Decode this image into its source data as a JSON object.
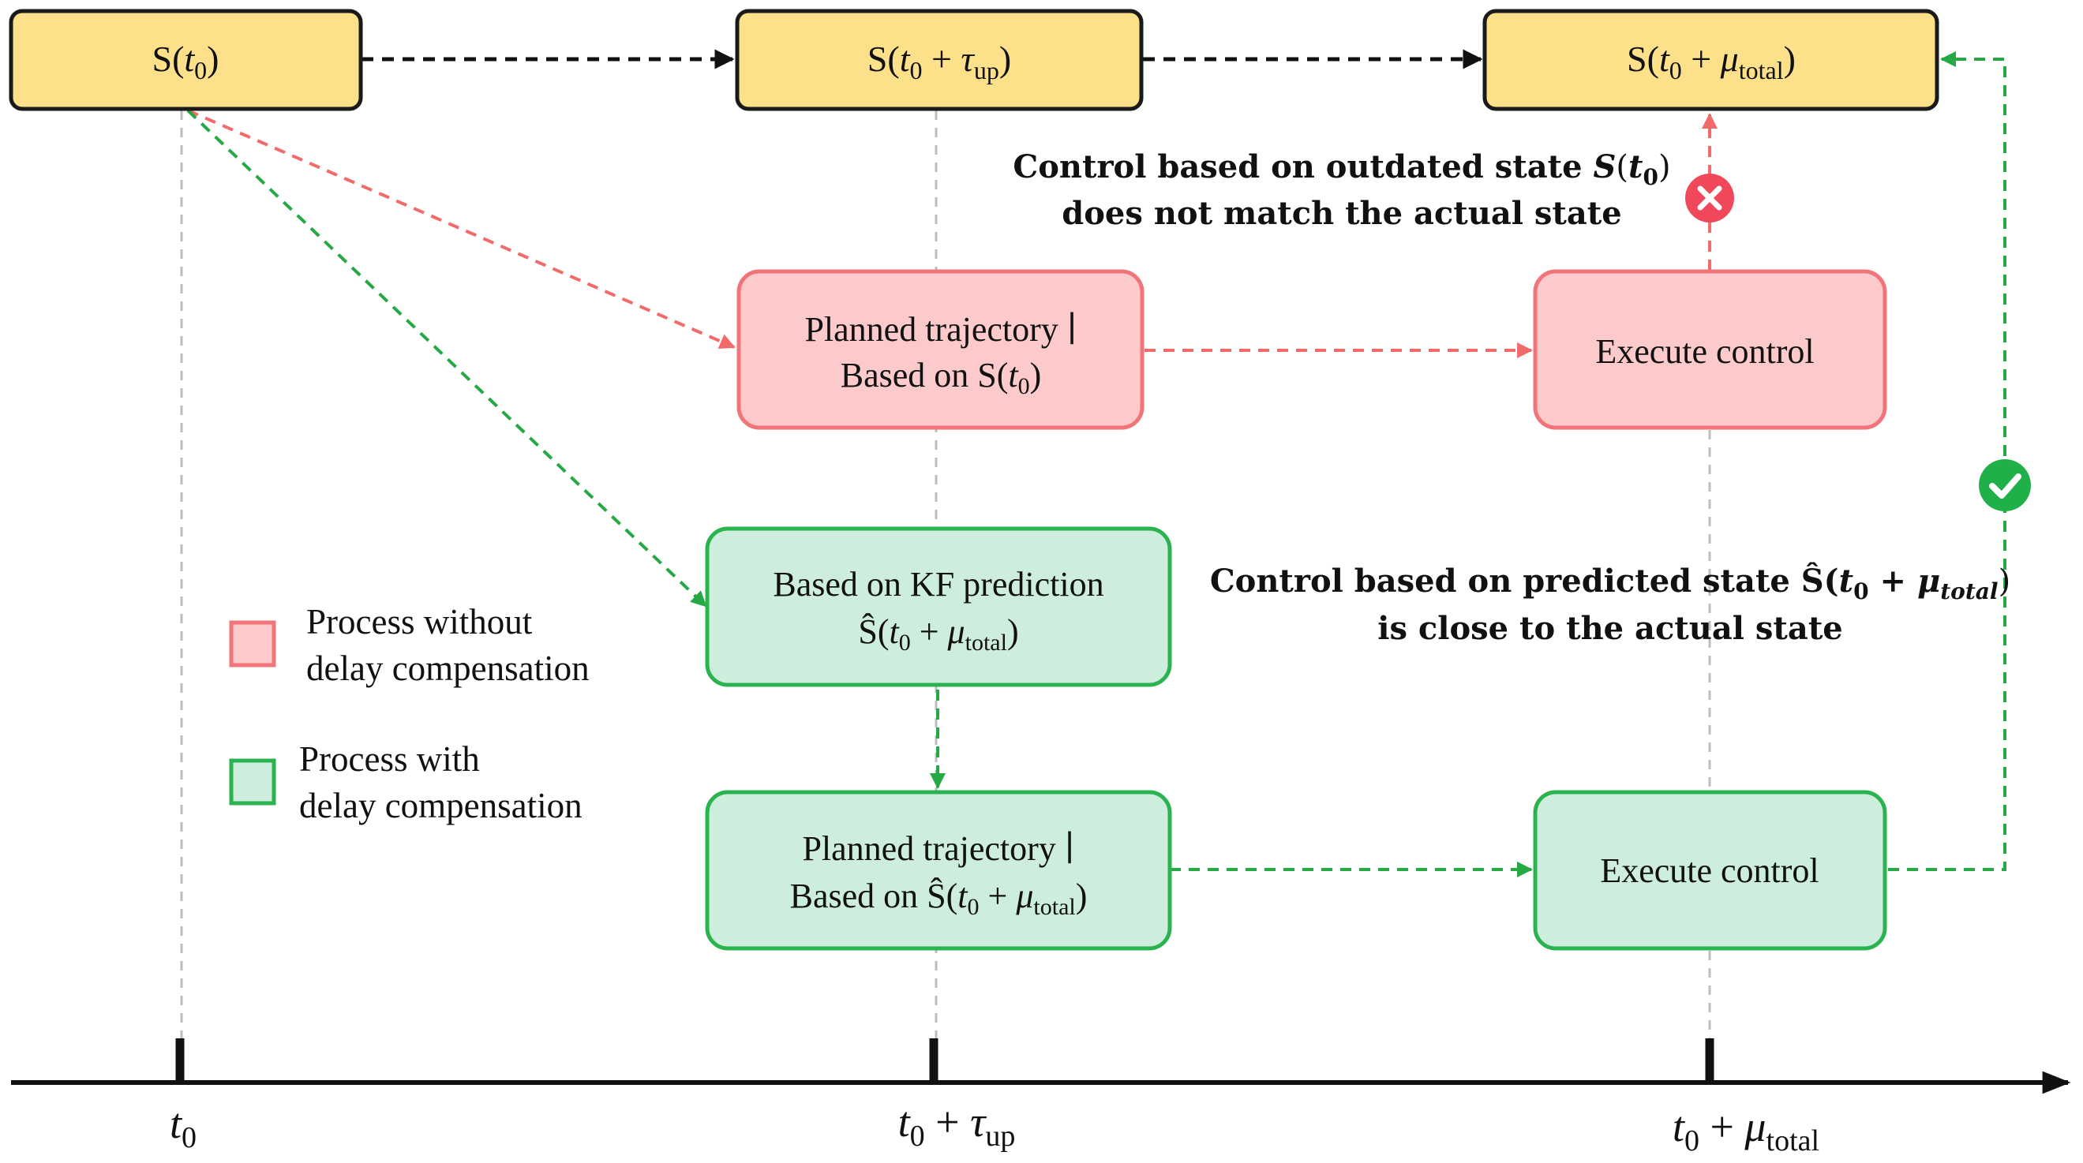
{
  "colors": {
    "state_fill": "#FDE08A",
    "state_stroke": "#1a1a1a",
    "red_fill": "#FCCACA",
    "red_stroke": "#F0747A",
    "red_arrow": "#F26B6B",
    "red_icon": "#F0485A",
    "green_fill": "#CDEEDC",
    "green_stroke": "#2BB34F",
    "green_arrow": "#26A844",
    "green_icon": "#20B04A",
    "guide": "#bdbdbd",
    "axis": "#111111"
  },
  "states": {
    "s0": {
      "prefix": "S(",
      "var": "t",
      "sub": "0",
      "suffix": ")"
    },
    "s_up": {
      "prefix": "S(",
      "var": "t",
      "sub": "0",
      "op": " + ",
      "var2": "τ",
      "sub2": "up",
      "suffix": ")"
    },
    "s_total": {
      "prefix": "S(",
      "var": "t",
      "sub": "0",
      "op": " + ",
      "var2": "μ",
      "sub2": "total",
      "suffix": ")"
    }
  },
  "red_path": {
    "plan_line1": "Planned trajectory ∣",
    "plan_line2_prefix": "Based on S(",
    "plan_var": "t",
    "plan_sub": "0",
    "plan_suffix": ")",
    "exec_label": "Execute control",
    "icon": "x-circle-icon",
    "note_line1_prefix": "Control based on outdated state ",
    "note_line1_S": "S",
    "note_line1_open": "(",
    "note_line1_var": "t",
    "note_line1_sub": "0",
    "note_line1_close": ")",
    "note_line2": "does not match the actual state"
  },
  "green_path": {
    "kf_line1": "Based on KF prediction",
    "kf_line2_prefix": "Ŝ(",
    "kf_var": "t",
    "kf_sub": "0",
    "kf_op": " + ",
    "kf_var2": "μ",
    "kf_sub2": "total",
    "kf_suffix": ")",
    "plan_line1": "Planned trajectory  ∣",
    "plan_line2_prefix": "Based on Ŝ(",
    "plan_var": "t",
    "plan_sub": "0",
    "plan_op": " + ",
    "plan_var2": "μ",
    "plan_sub2": "total",
    "plan_suffix": ")",
    "exec_label": "Execute control",
    "icon": "check-circle-icon",
    "note_line1_prefix": "Control based on predicted state ",
    "note_line1_S": "Ŝ(",
    "note_line1_var": "t",
    "note_line1_sub": "0",
    "note_line1_op": " + ",
    "note_line1_var2": "μ",
    "note_line1_sub2": "total",
    "note_line1_close": ")",
    "note_line2": "is close to the actual state"
  },
  "legend": {
    "red_line1": "Process without",
    "red_line2": "delay compensation",
    "green_line1": "Process with",
    "green_line2": "delay compensation"
  },
  "axis": {
    "ticks": [
      {
        "var": "t",
        "sub": "0"
      },
      {
        "var": "t",
        "sub": "0",
        "op": " + ",
        "var2": "τ",
        "sub2": "up"
      },
      {
        "var": "t",
        "sub": "0",
        "op": " + ",
        "var2": "μ",
        "sub2": "total"
      }
    ]
  }
}
